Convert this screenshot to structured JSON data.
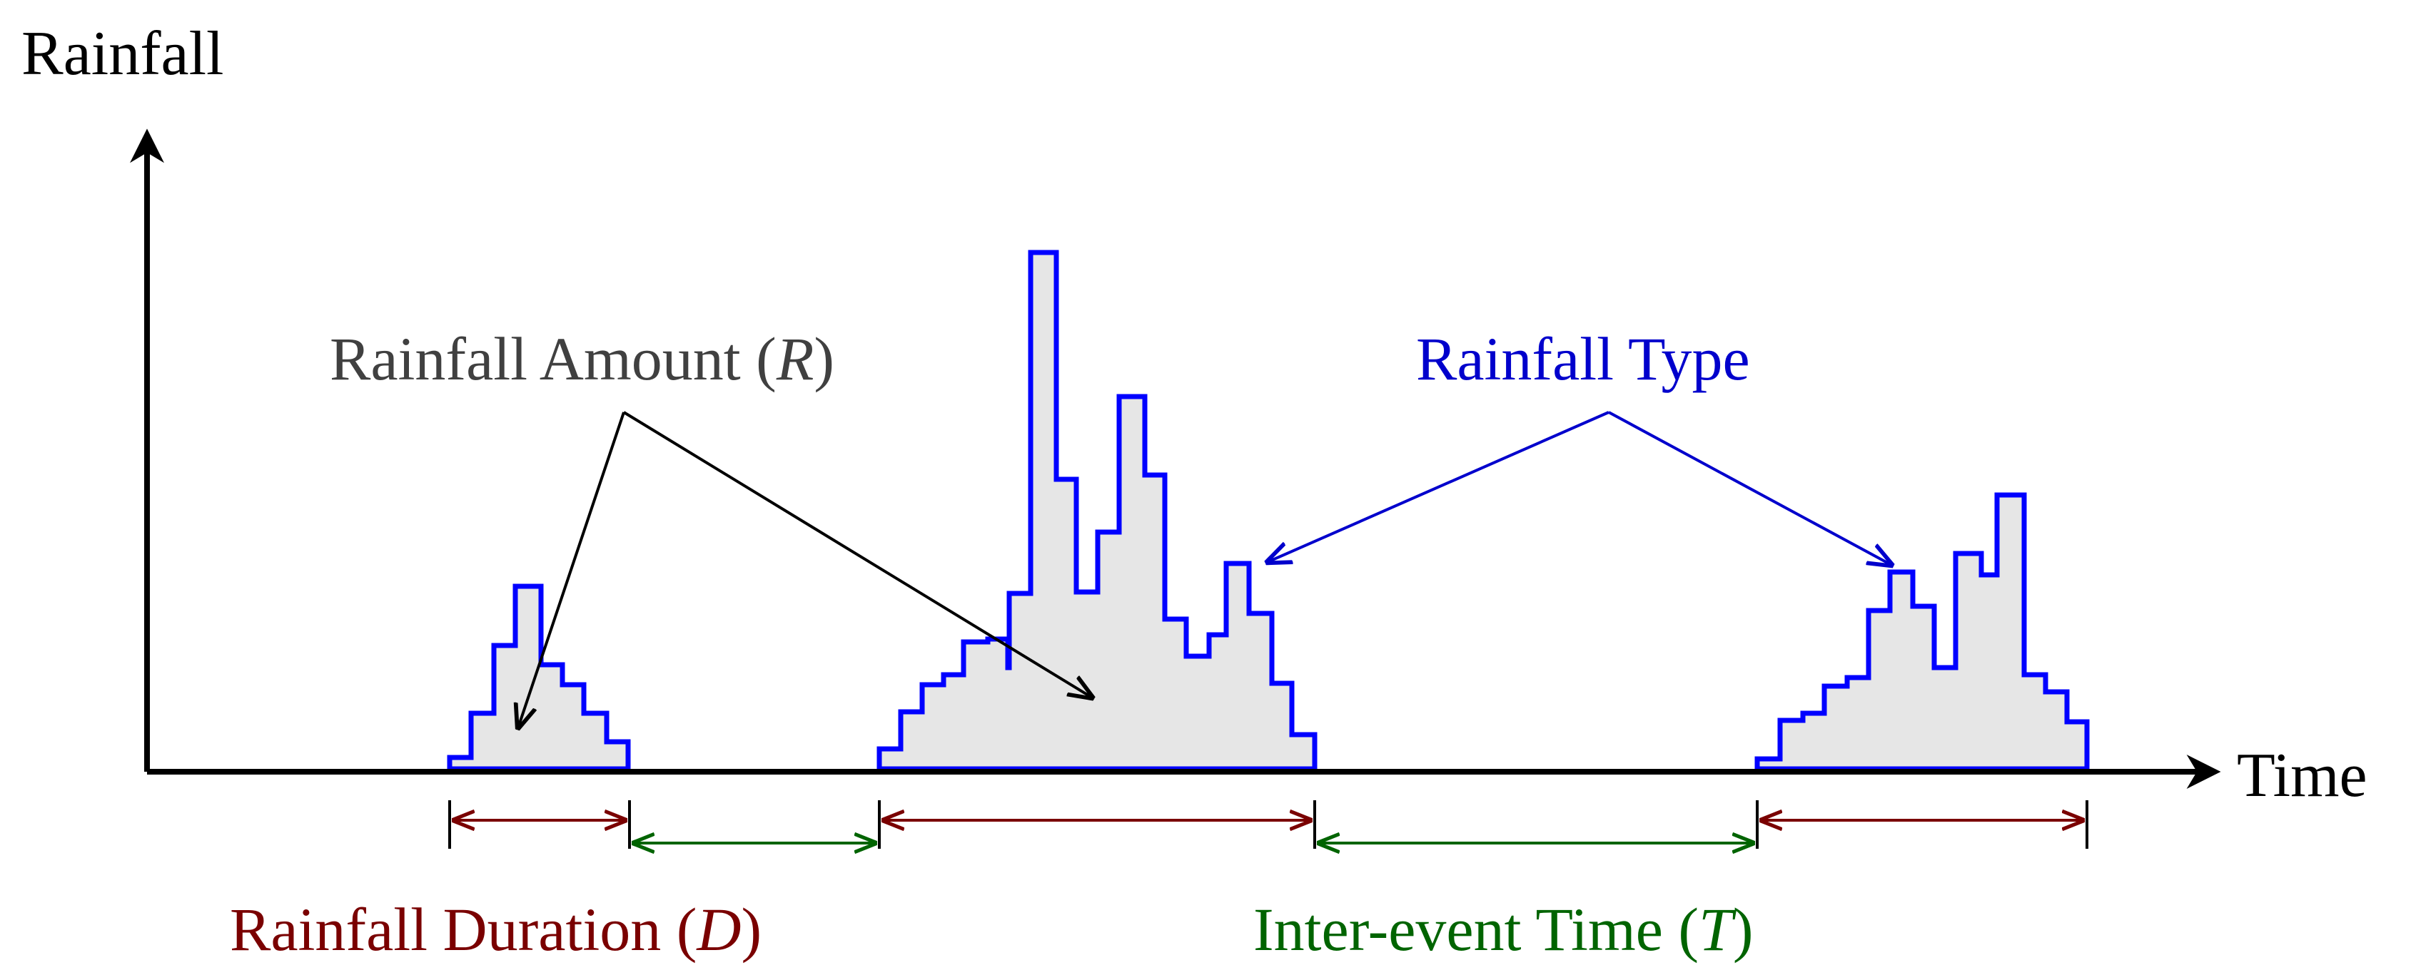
{
  "axes": {
    "y_label": "Rainfall",
    "x_label": "Time"
  },
  "annotations": {
    "amount": {
      "text": "Rainfall Amount (",
      "symbol": "R",
      "close": ")"
    },
    "type": {
      "text": "Rainfall Type"
    },
    "duration": {
      "text": "Rainfall Duration (",
      "symbol": "D",
      "close": ")"
    },
    "interevent": {
      "text": "Inter-event Time (",
      "symbol": "T",
      "close": ")"
    }
  },
  "colors": {
    "axis": "#000000",
    "hyetograph_line": "#0000ff",
    "hyetograph_fill": "#e6e6e6",
    "amount_text": "#404040",
    "type_text": "#0000cc",
    "duration": "#7a0000",
    "interevent": "#006400"
  }
}
